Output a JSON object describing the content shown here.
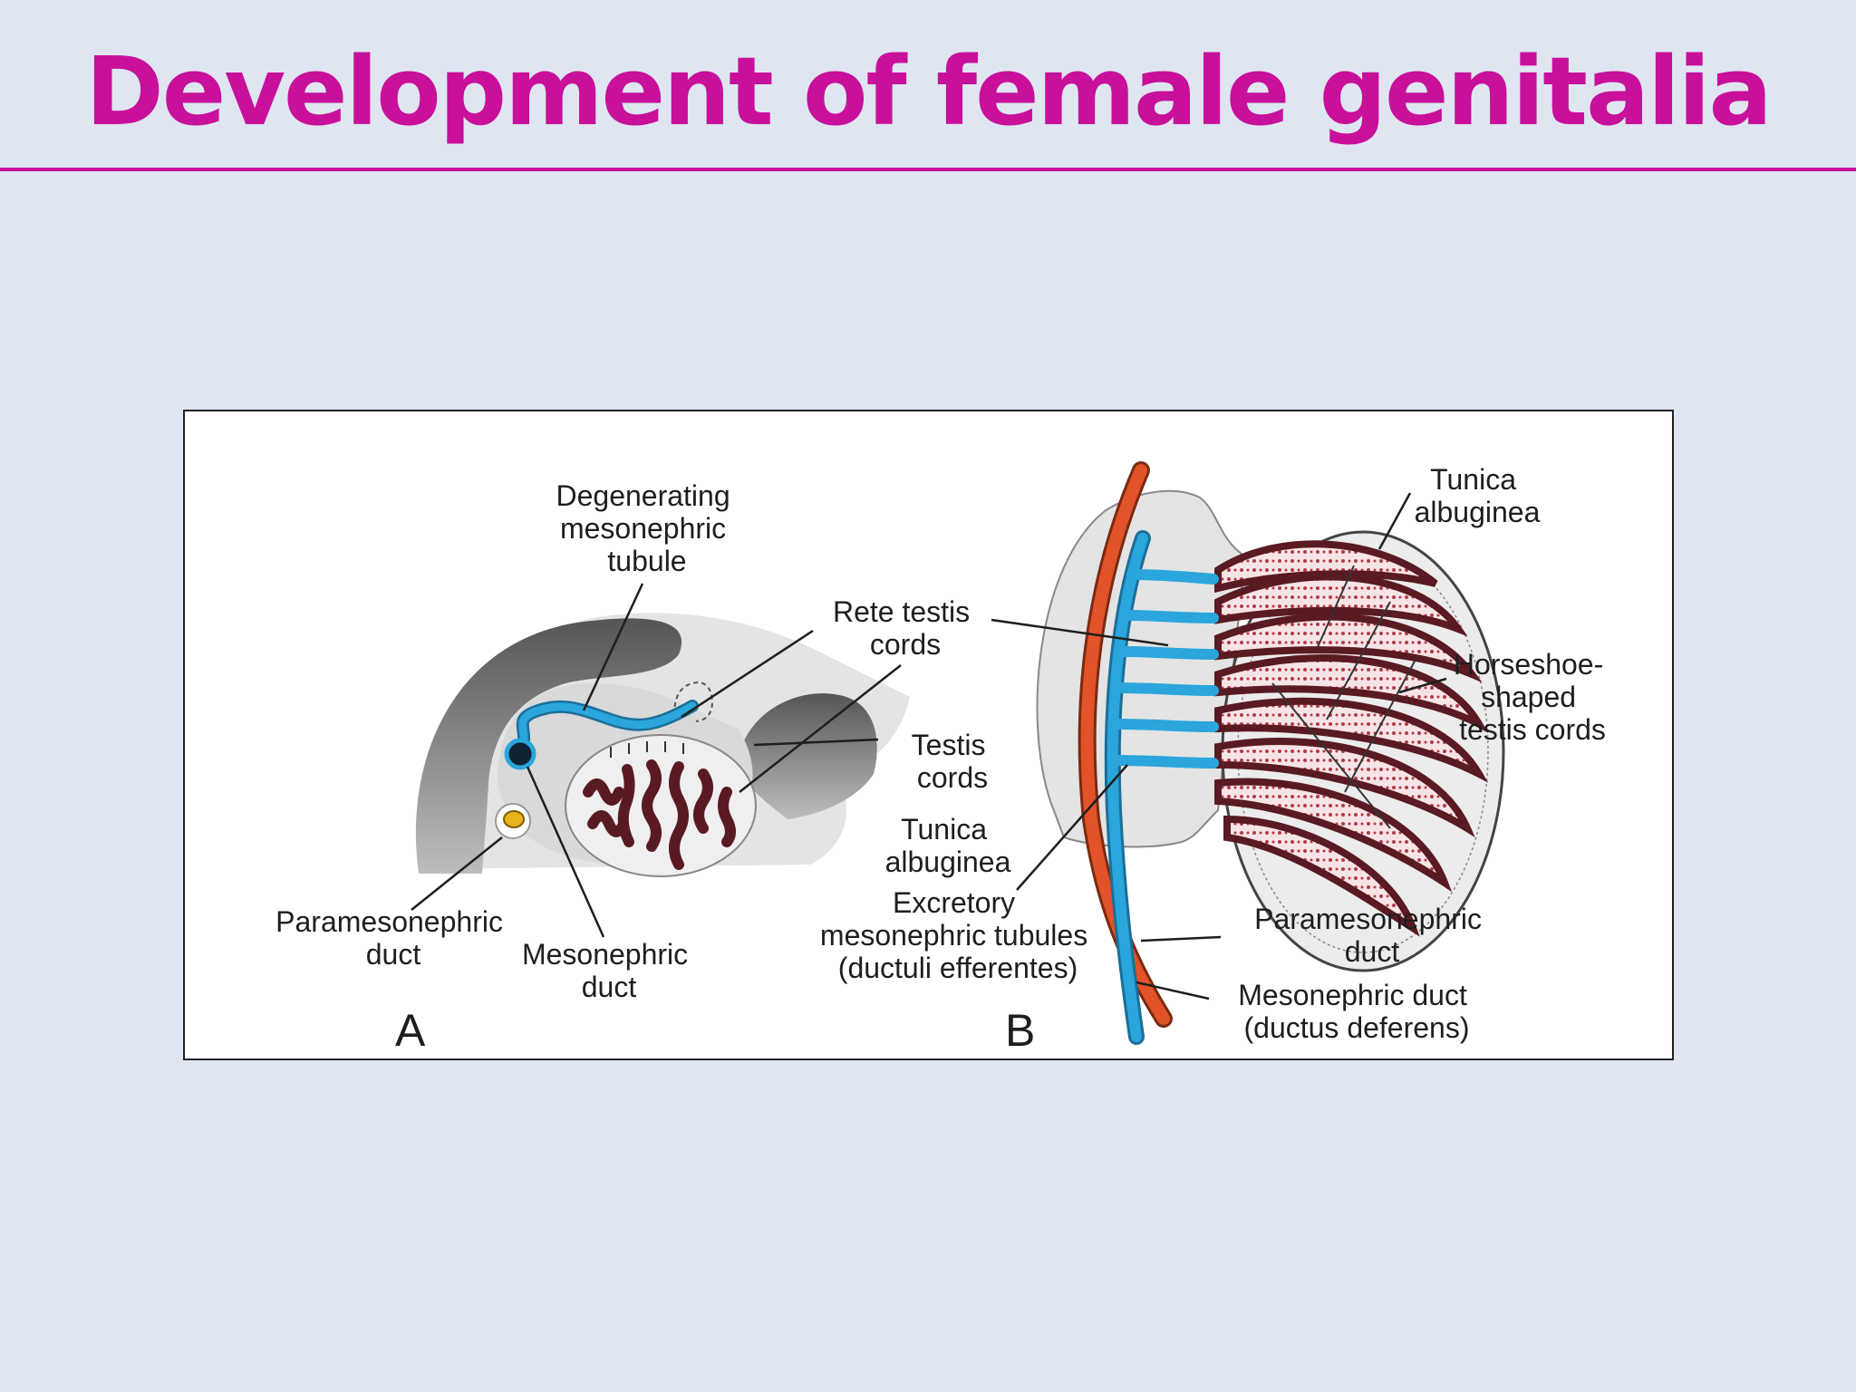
{
  "slide": {
    "title": "Development of female genitalia",
    "accent_color": "#c8109a",
    "background_color": "#dfe6f2"
  },
  "figure": {
    "panel_a": {
      "letter": "A",
      "labels": {
        "degenerating_tubule": [
          "Degenerating",
          "mesonephric",
          "tubule"
        ],
        "rete_testis": [
          "Rete testis",
          "cords"
        ],
        "testis_cords": [
          "Testis",
          "cords"
        ],
        "tunica": [
          "Tunica",
          "albuginea"
        ],
        "paramesonephric": [
          "Paramesonephric",
          "duct"
        ],
        "mesonephric": [
          "Mesonephric",
          "duct"
        ]
      }
    },
    "panel_b": {
      "letter": "B",
      "labels": {
        "tunica": [
          "Tunica",
          "albuginea"
        ],
        "horseshoe": [
          "Horseshoe-",
          "shaped",
          "testis cords"
        ],
        "excretory": [
          "Excretory",
          "mesonephric tubules",
          "(ductuli efferentes)"
        ],
        "paramesonephric": [
          "Paramesonephric",
          "duct"
        ],
        "mesonephric": [
          "Mesonephric duct",
          "(ductus deferens)"
        ]
      }
    },
    "colors": {
      "mesonephric_duct": "#2aa6dc",
      "paramesonephric_duct": "#e2532a",
      "testis_cords": "#5a1a22",
      "tissue_dark": "#6b6b6b",
      "tissue_light": "#e3e3e3"
    }
  }
}
